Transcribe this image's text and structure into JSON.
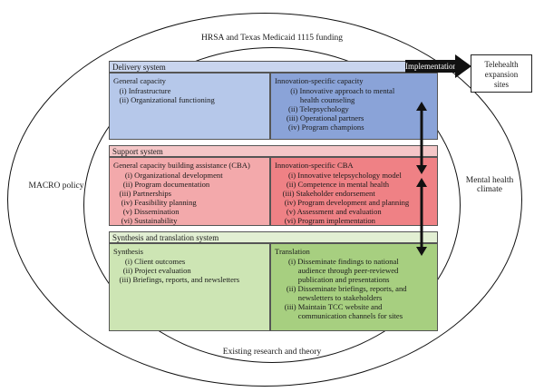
{
  "outer": {
    "top_label": "HRSA and Texas Medicaid 1115 funding",
    "left_label": "MACRO policy",
    "right_label_line1": "Mental health",
    "right_label_line2": "climate",
    "bottom_label": "Existing research and theory"
  },
  "implementation": {
    "label": "Implementation",
    "target_line1": "Telehealth",
    "target_line2": "expansion",
    "target_line3": "sites"
  },
  "delivery": {
    "header": "Delivery system",
    "general": {
      "title": "General capacity",
      "items": [
        "   (i) Infrastructure",
        "   (ii) Organizational functioning"
      ]
    },
    "innovation": {
      "title": "Innovation-specific capacity",
      "items": [
        "        (i) Innovative approach to mental",
        "             health counseling",
        "       (ii) Telepsychology",
        "      (iii) Operational partners",
        "       (iv) Program champions"
      ]
    }
  },
  "support": {
    "header": "Support system",
    "general": {
      "title": "General capacity building assistance (CBA)",
      "items": [
        "      (i) Organizational development",
        "     (ii) Program documentation",
        "   (iii) Partnerships",
        "    (iv) Feasibility planning",
        "     (v) Dissemination",
        "    (vi) Sustainability"
      ]
    },
    "innovation": {
      "title": "Innovation-specific CBA",
      "items": [
        "       (i) Innovative telepsychology model",
        "      (ii) Competence in mental health",
        "    (iii) Stakeholder endorsement",
        "     (iv) Program development and planning",
        "      (v) Assessment and evaluation",
        "     (vi) Program implementation"
      ]
    }
  },
  "synthesis": {
    "header": "Synthesis and translation system",
    "synthesis_box": {
      "title": "Synthesis",
      "items": [
        "      (i) Client outcomes",
        "     (ii) Project evaluation",
        "   (iii) Briefings, reports, and newsletters"
      ]
    },
    "translation_box": {
      "title": "Translation",
      "items": [
        "       (i) Disseminate findings to national",
        "            audience through peer-reviewed",
        "            publication and presentations",
        "      (ii) Disseminate briefings, reports, and",
        "            newsletters to stakeholders",
        "     (iii) Maintain TCC website and",
        "            communication channels for sites"
      ]
    }
  }
}
